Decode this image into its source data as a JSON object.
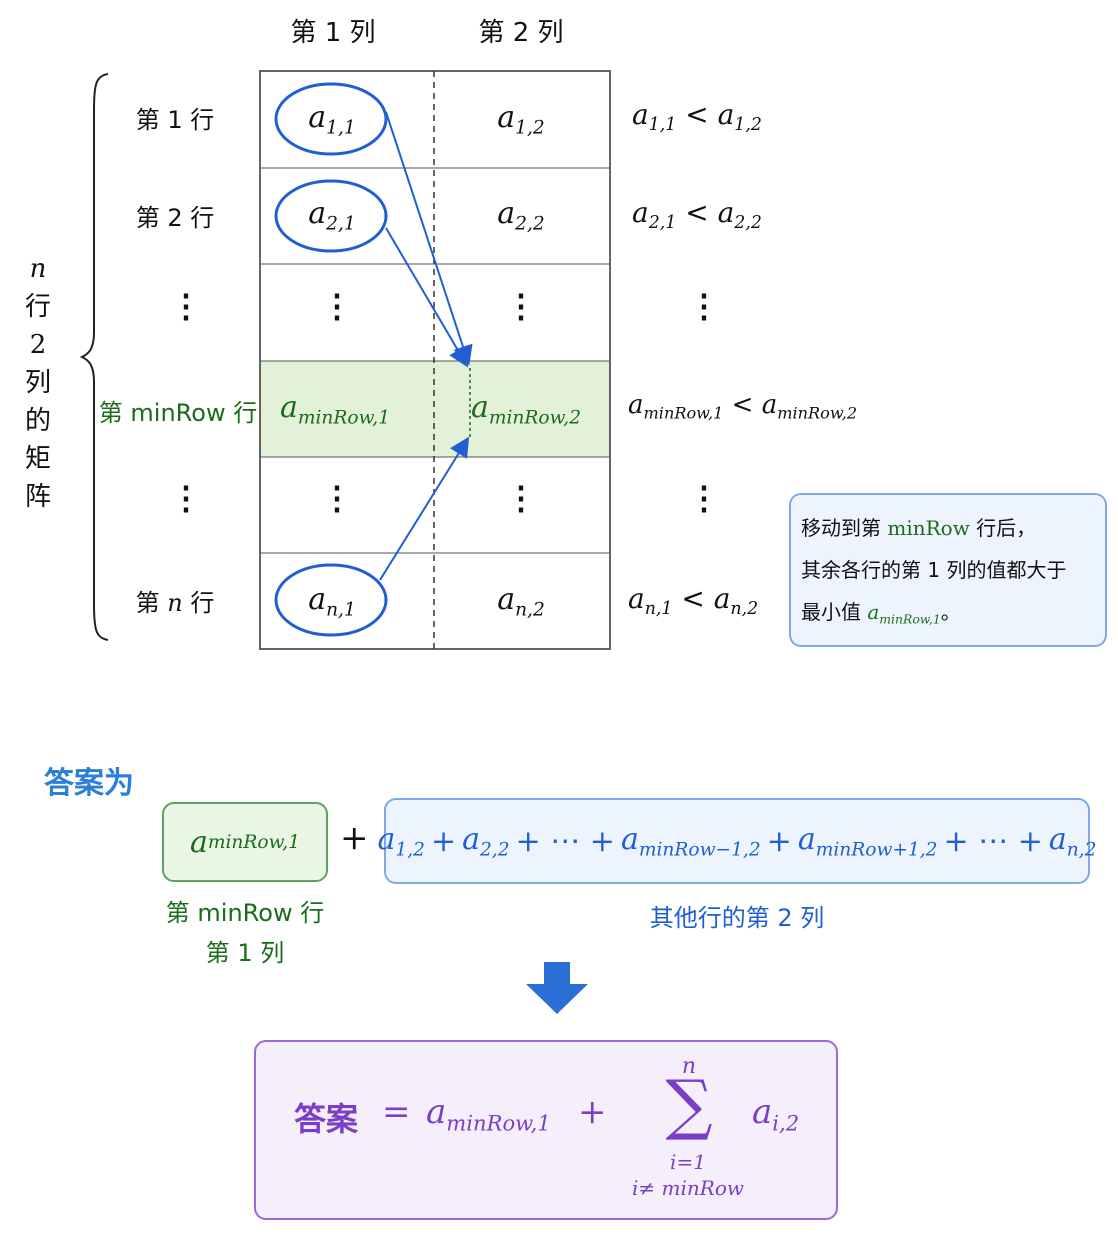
{
  "column_headers": [
    "第 1 列",
    "第 2 列"
  ],
  "matrix_label_chars": [
    "n",
    "行",
    "2",
    "列",
    "的",
    "矩",
    "阵"
  ],
  "row_labels": {
    "row1": "第 1 行",
    "row2": "第 2 行",
    "rowmin": "第 minRow 行",
    "rown_prefix": "第",
    "rown_var": "n",
    "rown_suffix": "行"
  },
  "dots": "⋮",
  "cells": {
    "r1": {
      "c1": {
        "base": "a",
        "sub": "1,1"
      },
      "c2": {
        "base": "a",
        "sub": "1,2"
      }
    },
    "r2": {
      "c1": {
        "base": "a",
        "sub": "2,1"
      },
      "c2": {
        "base": "a",
        "sub": "2,2"
      }
    },
    "rmin": {
      "c1": {
        "base": "a",
        "sub": "minRow,1"
      },
      "c2": {
        "base": "a",
        "sub": "minRow,2"
      }
    },
    "rn": {
      "c1": {
        "base": "a",
        "sub": "n,1"
      },
      "c2": {
        "base": "a",
        "sub": "n,2"
      }
    }
  },
  "comparisons": {
    "r1": {
      "l": "1,1",
      "r": "1,2"
    },
    "r2": {
      "l": "2,1",
      "r": "2,2"
    },
    "rmin": {
      "l": "minRow,1",
      "r": "minRow,2"
    },
    "rn": {
      "l": "n,1",
      "r": "n,2"
    },
    "op": "<"
  },
  "note": {
    "line1_pre": "移动到第 ",
    "line1_var": "minRow",
    "line1_post": " 行后，",
    "line2": "其余各行的第 1 列的值都大于",
    "line3_pre": "最小值 ",
    "line3_sub": "minRow,1",
    "line3_post": "。"
  },
  "answer_title": "答案为",
  "sum": {
    "green_sub": "minRow,1",
    "plus": "+",
    "terms": [
      {
        "sub": "1,2"
      },
      {
        "op": "+"
      },
      {
        "sub": "2,2"
      },
      {
        "op": "+ ⋯ +"
      },
      {
        "sub": "minRow−1,2"
      },
      {
        "op": "+"
      },
      {
        "sub": "minRow+1,2"
      },
      {
        "op": "+ ⋯ +"
      },
      {
        "sub": "n,2"
      }
    ],
    "caption_green_1": "第 minRow 行",
    "caption_green_2": "第 1 列",
    "caption_blue": "其他行的第 2 列"
  },
  "formula": {
    "lhs": "答案",
    "eq": "=",
    "term1_sub": "minRow,1",
    "plus": "+",
    "sigma": "∑",
    "upper": "n",
    "lower1": "i=1",
    "lower2": "i≠ minRow",
    "term2_sub": "i,2"
  },
  "colors": {
    "blue": "#1f5fd1",
    "green": "#1a6b1a",
    "purple": "#7b3ec7",
    "highlight": "#e3f1d9"
  }
}
